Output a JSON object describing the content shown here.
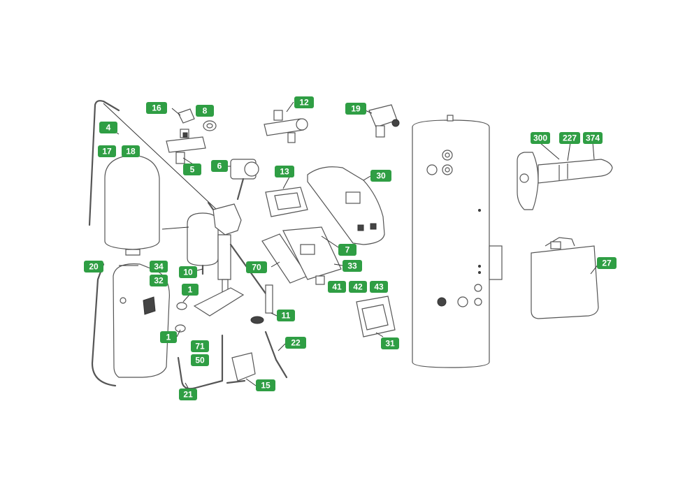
{
  "labels": [
    {
      "id": "l16",
      "text": "16"
    },
    {
      "id": "l8",
      "text": "8"
    },
    {
      "id": "l12",
      "text": "12"
    },
    {
      "id": "l19",
      "text": "19"
    },
    {
      "id": "l4",
      "text": "4"
    },
    {
      "id": "l17",
      "text": "17"
    },
    {
      "id": "l18",
      "text": "18"
    },
    {
      "id": "l5",
      "text": "5"
    },
    {
      "id": "l6",
      "text": "6"
    },
    {
      "id": "l13",
      "text": "13"
    },
    {
      "id": "l30",
      "text": "30"
    },
    {
      "id": "l7",
      "text": "7"
    },
    {
      "id": "l70",
      "text": "70"
    },
    {
      "id": "l33",
      "text": "33"
    },
    {
      "id": "l20",
      "text": "20"
    },
    {
      "id": "l34",
      "text": "34"
    },
    {
      "id": "l32",
      "text": "32"
    },
    {
      "id": "l10",
      "text": "10"
    },
    {
      "id": "l1a",
      "text": "1"
    },
    {
      "id": "l41",
      "text": "41"
    },
    {
      "id": "l42",
      "text": "42"
    },
    {
      "id": "l43",
      "text": "43"
    },
    {
      "id": "l11",
      "text": "11"
    },
    {
      "id": "l1b",
      "text": "1"
    },
    {
      "id": "l71",
      "text": "71"
    },
    {
      "id": "l50",
      "text": "50"
    },
    {
      "id": "l22",
      "text": "22"
    },
    {
      "id": "l31",
      "text": "31"
    },
    {
      "id": "l15",
      "text": "15"
    },
    {
      "id": "l21",
      "text": "21"
    },
    {
      "id": "l300",
      "text": "300"
    },
    {
      "id": "l227",
      "text": "227"
    },
    {
      "id": "l374",
      "text": "374"
    },
    {
      "id": "l27",
      "text": "27"
    }
  ],
  "colors": {
    "badge": "#2f9e44",
    "badge_text": "#ffffff",
    "line": "#555555"
  }
}
